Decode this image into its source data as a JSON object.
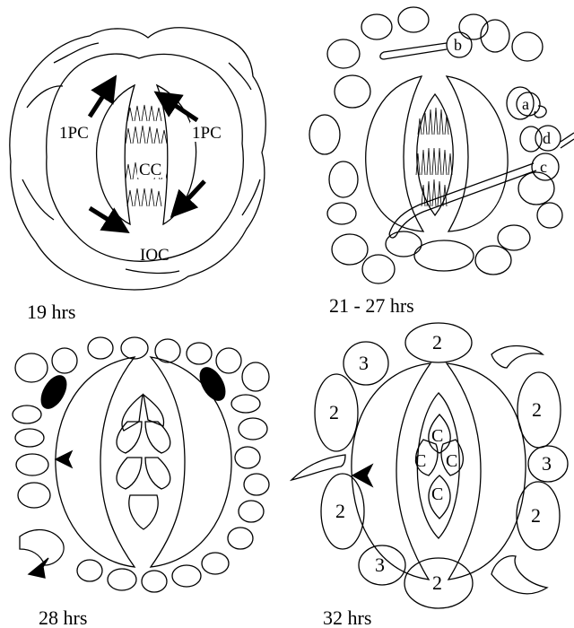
{
  "panels": {
    "p19": {
      "caption": "19 hrs",
      "labels": {
        "pc_left": "1PC",
        "pc_right": "1PC",
        "center": "CC",
        "bottom": "IOC"
      }
    },
    "p21": {
      "caption": "21 - 27 hrs",
      "labels": {
        "a": "a",
        "b": "b",
        "c": "c",
        "d": "d"
      }
    },
    "p28": {
      "caption": "28 hrs"
    },
    "p32": {
      "caption": "32 hrs",
      "cell_numbers": [
        "2",
        "3",
        "2",
        "2",
        "3",
        "2",
        "2",
        "3",
        "2"
      ],
      "center_cells": [
        "C",
        "C",
        "C",
        "C"
      ]
    }
  },
  "colors": {
    "ink": "#000000",
    "background": "#ffffff"
  }
}
